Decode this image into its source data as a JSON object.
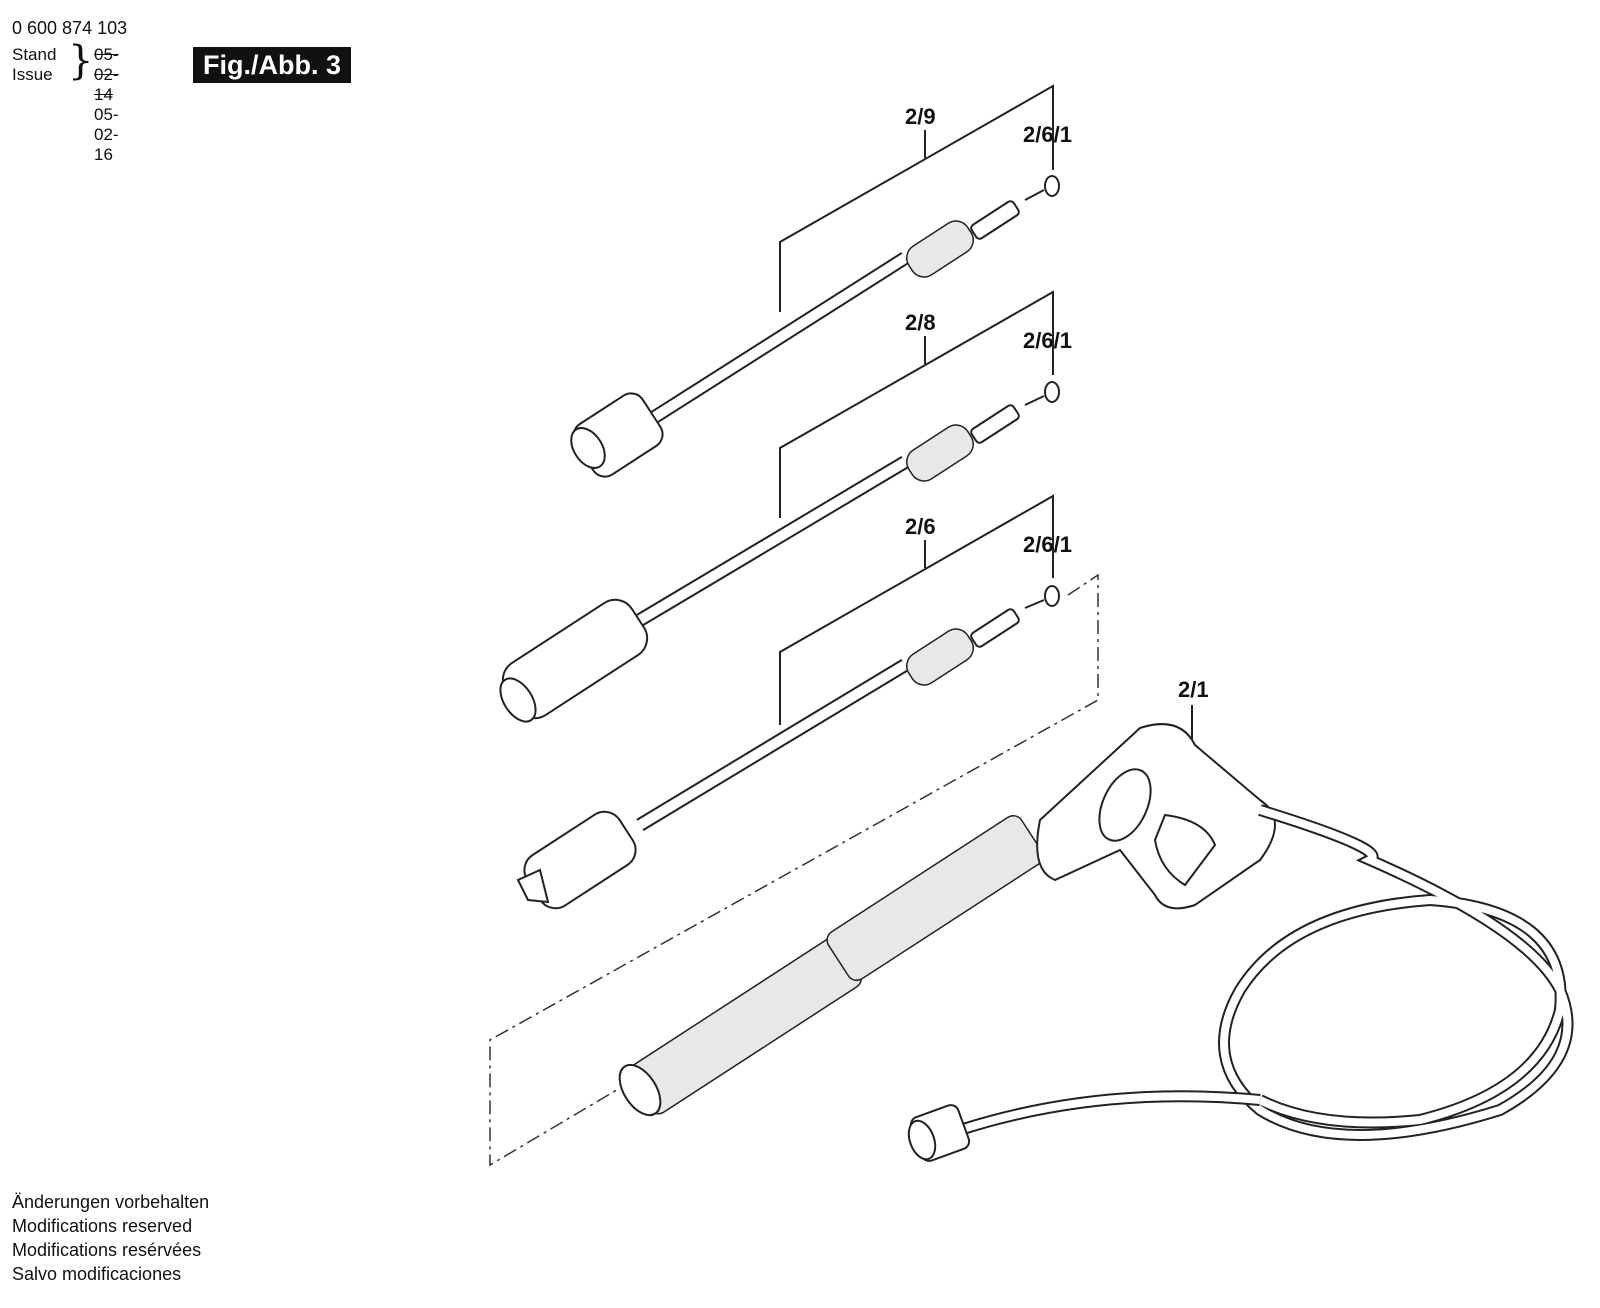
{
  "header": {
    "part_number": "0 600 874 103",
    "stand_label": "Stand",
    "issue_label": "Issue",
    "date_old": "05-02-14",
    "date_new": "05-02-16",
    "figure_label": "Fig./Abb. 3"
  },
  "callouts": {
    "lance_top": "2/9",
    "lance_mid": "2/8",
    "lance_bottom": "2/6",
    "oring_top": "2/6/1",
    "oring_mid": "2/6/1",
    "oring_bottom": "2/6/1",
    "trigger_gun": "2/1"
  },
  "footer": {
    "line_de": "Änderungen vorbehalten",
    "line_en": "Modifications reserved",
    "line_fr": "Modifications resérvées",
    "line_es": "Salvo modificaciones"
  }
}
